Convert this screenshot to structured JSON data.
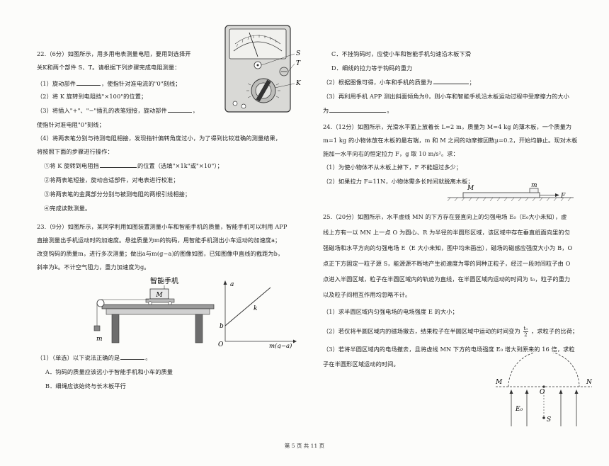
{
  "left": {
    "q22": {
      "l1": "22.（6分）如图所示，用多用电表测量电阻，要用到选择开",
      "l2": "关K和两个部件 S、T。请根据下列步骤完成电阻测量：",
      "l3a": "（1）旋动部件",
      "l3b": "，使指针对准电流的\"0\"刻线；",
      "l4": "（2）将 K 旋转到电阻挡\"×100\"的位置；",
      "l5a": "（3）将插入\"+\"、\"−\"插孔的表笔短接，旋动部件",
      "l5b": "，",
      "l6": "使指针对准电阻\"0\"刻线；",
      "l7": "（4）将两表笔分别与待测电阻相接，发现指针偏转角度过小，为了得到比较准确的测量结果，",
      "l8": "将按照下面的步骤进行操作：",
      "s1a": "①将 K 旋转到电阻挡",
      "s1b": "的位置（选填\"×1k\"或\"×10\"）；",
      "s2": "②将两表笔短接，旋动合适部件，对电表进行校准；",
      "s3": "③将两表笔的金属部分分别与被测电阻的两根引线相接；",
      "s4": "④完成读数测量。",
      "labels": {
        "S": "S",
        "T": "T",
        "K": "K"
      }
    },
    "q23": {
      "l1": "23.（9分）如图所示，某同学利用如图装置测量小车和智能手机的质量，智能手机可以利用 APP",
      "l2": "直接测量出手机运动时的加速度。悬挂质量为m的钩码，用智能手机测出小车运动的加速度a；",
      "l3": "改变钩码的质量m，进行多次测量；做出a与m(g−a)的图像如图，已知图像中直线的截距为b，",
      "l4": "斜率为k。不计空气阻力，重力加速度为g。",
      "fig_phone": "智能手机",
      "fig_M": "M",
      "fig_hook": "钩码",
      "fig_m": "m",
      "axis_y": "a",
      "axis_x": "m(g−a)",
      "slope": "k",
      "intercept": "b",
      "origin": "O",
      "sub1a": "（1）（单选）以下说法正确的是",
      "sub1b": "。",
      "optA": "A．钩码的质量应该远小于智能手机和小车的质量",
      "optB": "B．细绳应该始终与长木板平行"
    }
  },
  "right": {
    "optC": "C．不挂钩码时，应使小车和智能手机匀速沿木板下滑",
    "optD": "D．细线的拉力等于钩码的重力",
    "sub2a": "（2）根据图像可得，小车和手机的质量为",
    "sub2b": "；",
    "sub3": "（3）再利用手机 APP 测出斜面倾角为θ，则小车和智能手机沿木板运动过程中受摩擦力的大小",
    "sub3b": "为",
    "sub3c": "。",
    "q24": {
      "l1": "24.（12分）如图所示，光滑水平面上放着长 L=2 m，质量为 M=4 kg 的薄木板，一个质量为",
      "l2": "m=1 kg 的小物体放在木板的最右端，m 和 M 之间的动摩擦因数μ=0.2，开始均静止。现对木板",
      "l3": "施加一水平向右的恒定拉力 F，g 取 10 m/s²。求：",
      "l4": "（1）为使小物体不从木板上掉下，F 不能超过多少；",
      "l5": "（2）如果拉力 F=11N，小物体需多长时间就脱离木板；",
      "fig_M": "M",
      "fig_m": "m",
      "fig_F": "F"
    },
    "q25": {
      "l1": "25.（20分）如图所示，水平虚线 MN 的下方存在竖直向上的匀强电场 E₀（E₀大小未知），虚",
      "l2": "线上方有一以 MN 上一点 O 为圆心、R 为半径的半圆形区域，该区域中存在垂直纸面向里的匀",
      "l3": "强磁场和水平方向的匀强电场 E（E 大小未知，图中均未画出），磁场的磁感应强度大小为 B，O",
      "l4": "点正下方固定一粒子源 S，能源源不断地产生初速度为零的同种正粒子，经过一段时间粒子由 O",
      "l5": "点进入半圆区域，粒子在半圆区域内的轨迹为直线，在半圆区域内运动的时间为 t₀，粒子的重力",
      "l6": "以及粒子间相互作用均忽略不计。",
      "l7": "（1）求半圆区域内匀强电场的电场强度 E 的大小；",
      "l8a": "（2）若仅将半圆区域内的磁场撤去，结果粒子在半圆区域中运动的时间变为",
      "l8frac_top": "t₀",
      "l8frac_bot": "2",
      "l8b": "，求粒子的比荷；",
      "l9": "（3）若将半圆区域内的电场撤去，且将虚线 MN 下方的电场强度 E₀ 增大到原来的 16 倍，求粒",
      "l10": "子在半圆形区域运动的时间。",
      "fig_M": "M",
      "fig_N": "N",
      "fig_O": "O",
      "fig_S": "S",
      "fig_E0": "E₀"
    }
  },
  "footer": "第 5 页 共 11 页"
}
